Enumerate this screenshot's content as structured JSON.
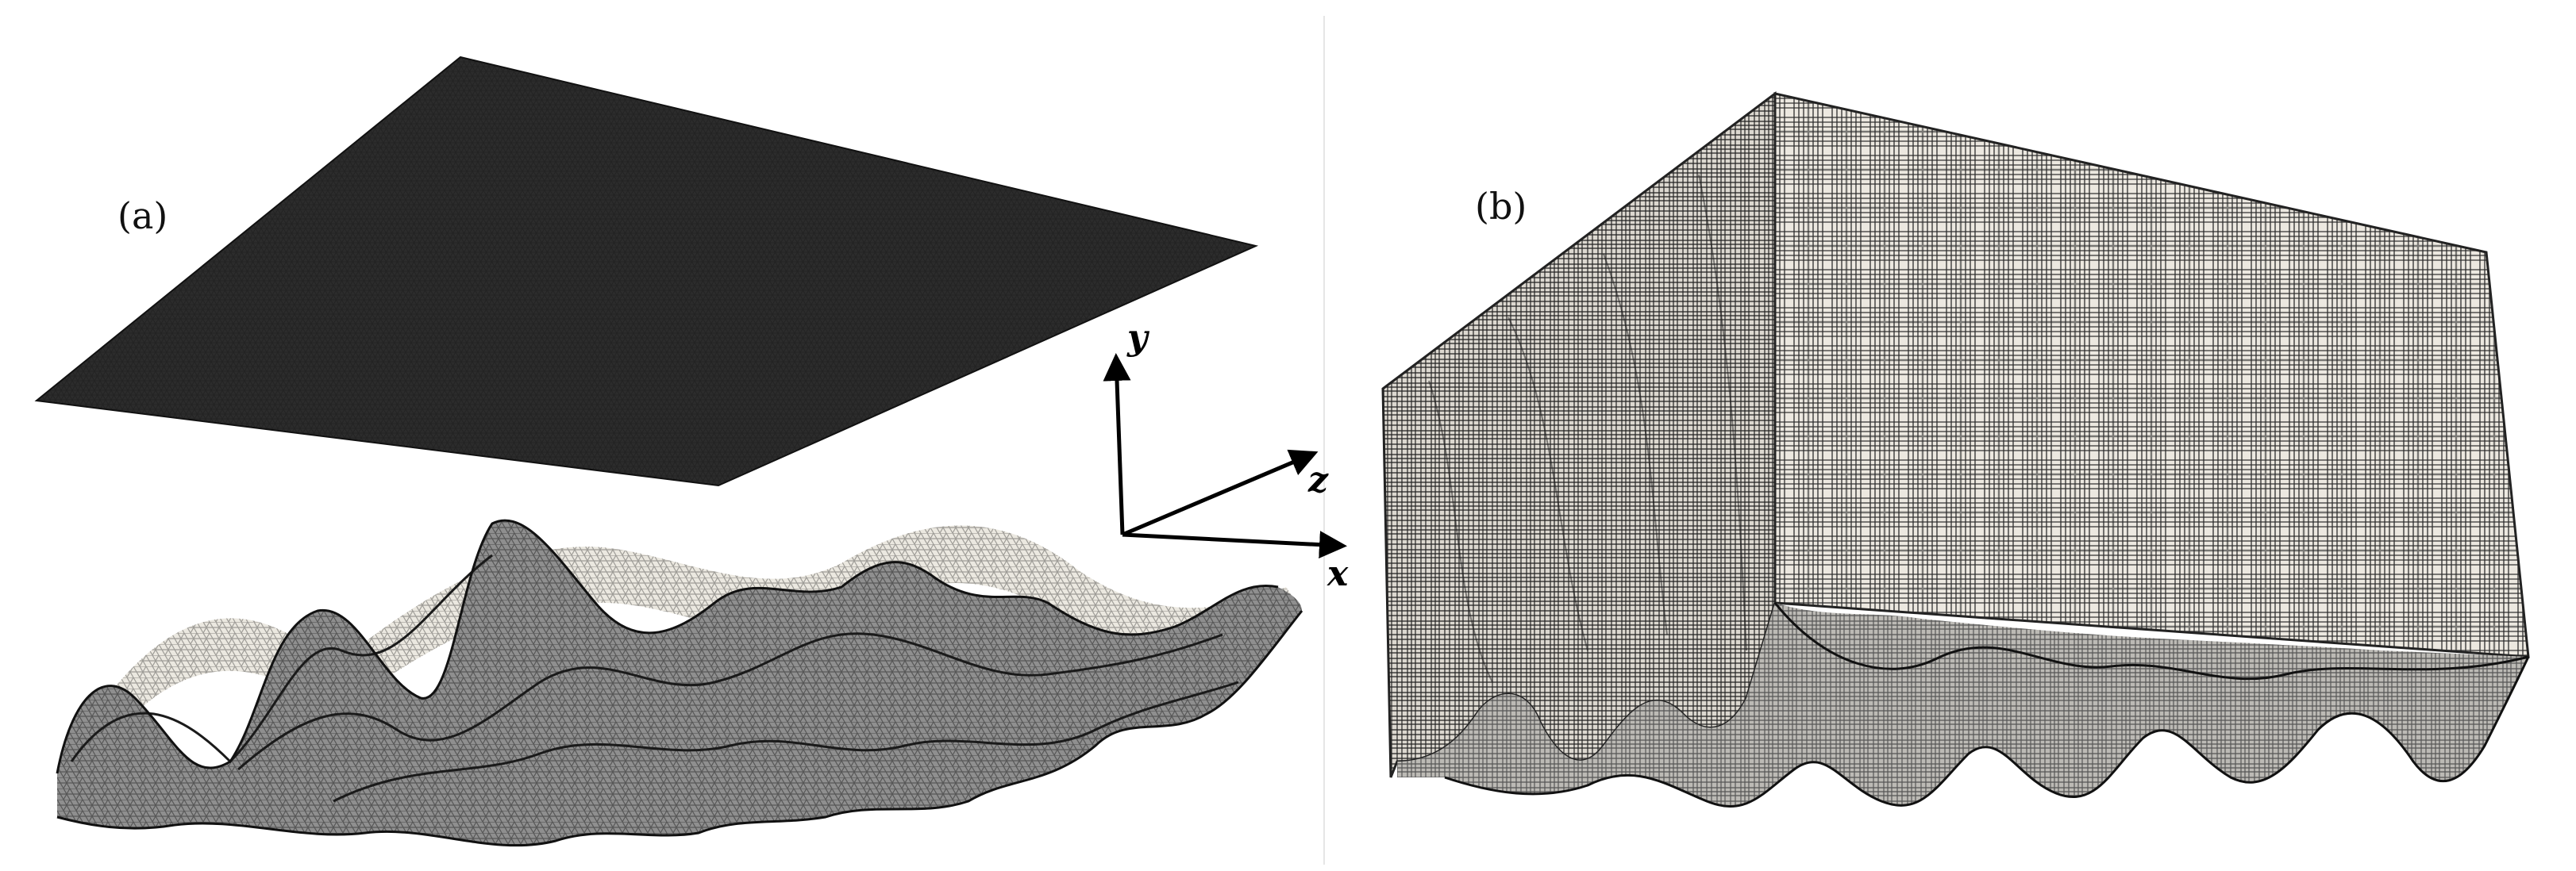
{
  "panels": [
    {
      "id": "a",
      "label": "(a)"
    },
    {
      "id": "b",
      "label": "(b)"
    }
  ],
  "axes": {
    "x": "x",
    "y": "y",
    "z": "z"
  },
  "colors": {
    "flat_sheet": "#2c2c2c",
    "flat_mesh": "#1a1a1a",
    "surface_shade": "#8d8d8d",
    "surface_light": "#ebe8e0",
    "mesh_line": "#222222",
    "block_face": "#ece8e0",
    "block_grid": "#2a2a2a",
    "background": "#ffffff"
  },
  "icons": [
    "arrow-y-icon",
    "arrow-z-icon",
    "arrow-x-icon"
  ]
}
